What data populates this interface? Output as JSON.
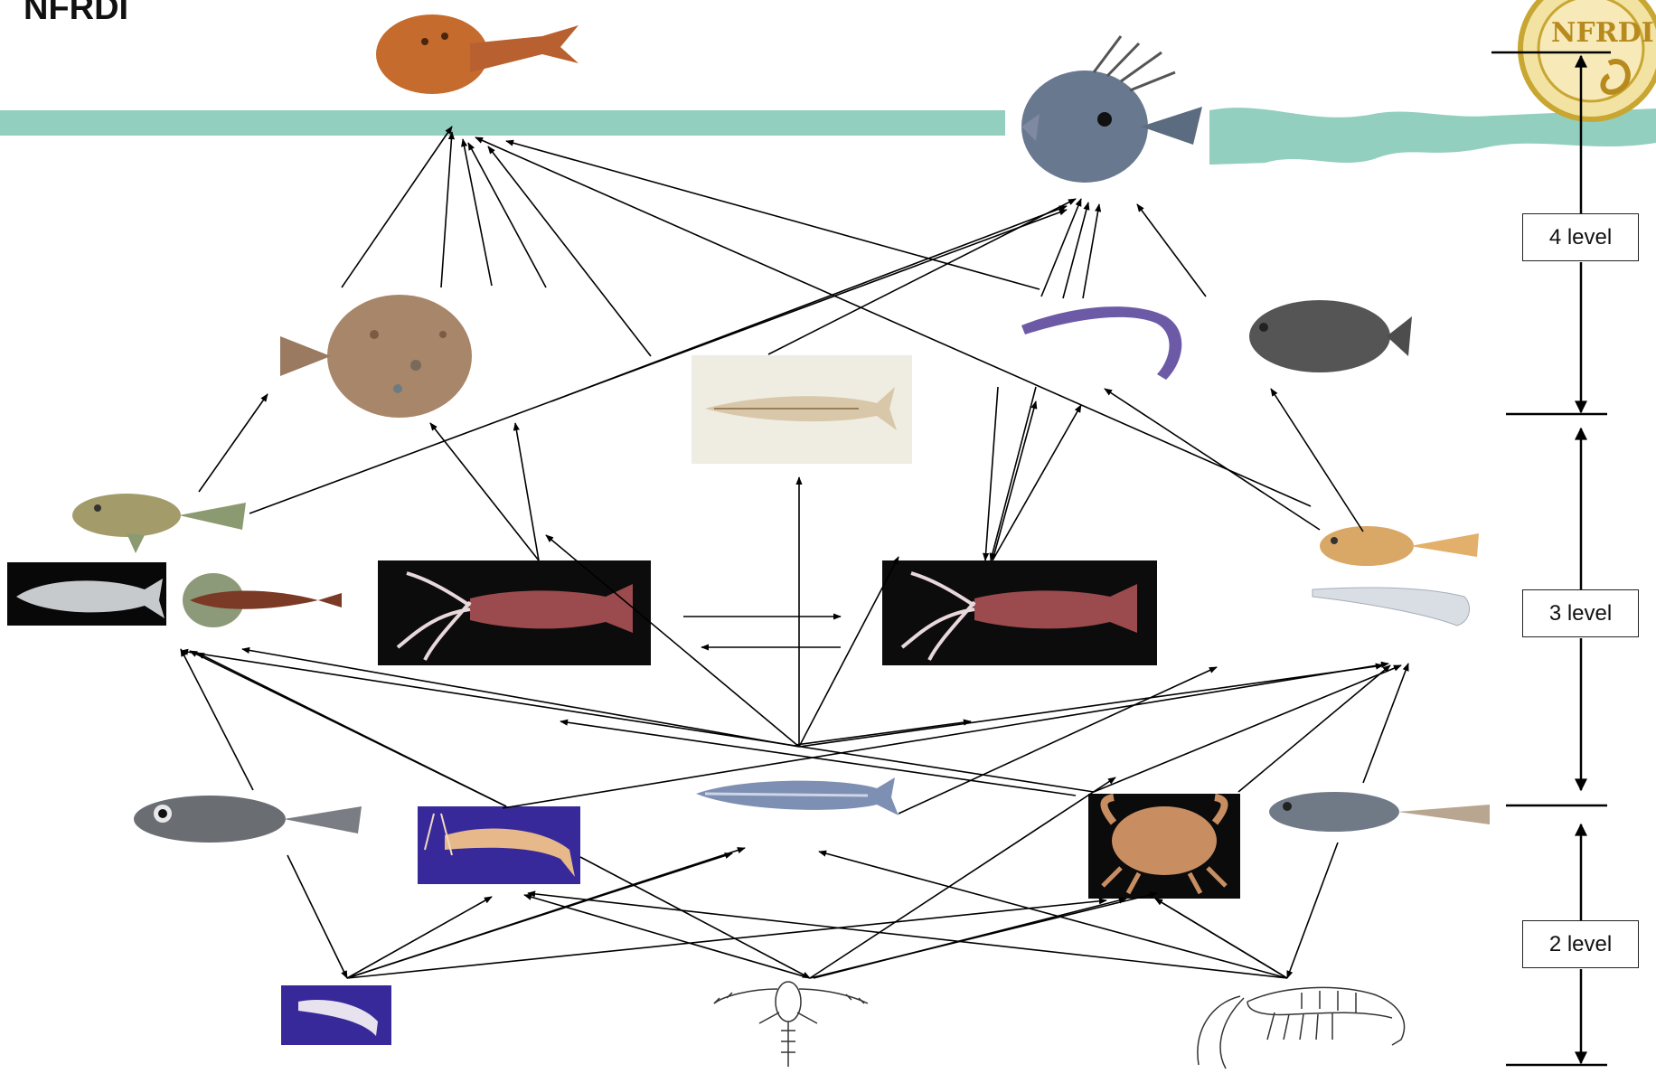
{
  "header": {
    "brand": "NFRDI"
  },
  "logo": {
    "text": "NFRDI",
    "ring_color": "#c8a632"
  },
  "colors": {
    "band": "#93cfbf",
    "arrow": "#000000",
    "box_border": "#222222"
  },
  "levels": [
    {
      "label": "4 level"
    },
    {
      "label": "3 level"
    },
    {
      "label": "2 level"
    }
  ],
  "organisms": [
    {
      "id": "anglerfish",
      "name": "anglerfish-photo"
    },
    {
      "id": "john-dory",
      "name": "john-dory-photo"
    },
    {
      "id": "flounder",
      "name": "flounder-photo"
    },
    {
      "id": "barracuda",
      "name": "barracuda-photo"
    },
    {
      "id": "eel",
      "name": "eel-photo"
    },
    {
      "id": "grouper",
      "name": "grouper-photo"
    },
    {
      "id": "small-fish",
      "name": "small-fish-photo"
    },
    {
      "id": "silver-fish",
      "name": "silver-fish-photo"
    },
    {
      "id": "gurnard",
      "name": "gurnard-photo"
    },
    {
      "id": "squid-left",
      "name": "squid-left-photo"
    },
    {
      "id": "squid-right",
      "name": "squid-right-photo"
    },
    {
      "id": "yellow-fish",
      "name": "yellow-fish-photo"
    },
    {
      "id": "hairtail",
      "name": "hairtail-photo"
    },
    {
      "id": "lanternfish",
      "name": "lanternfish-photo"
    },
    {
      "id": "shrimp",
      "name": "shrimp-photo"
    },
    {
      "id": "anchovy",
      "name": "anchovy-photo"
    },
    {
      "id": "crab",
      "name": "crab-photo"
    },
    {
      "id": "goby",
      "name": "goby-photo"
    },
    {
      "id": "mysid",
      "name": "mysid-photo"
    },
    {
      "id": "copepod",
      "name": "copepod-drawing"
    },
    {
      "id": "krill",
      "name": "krill-drawing"
    }
  ]
}
